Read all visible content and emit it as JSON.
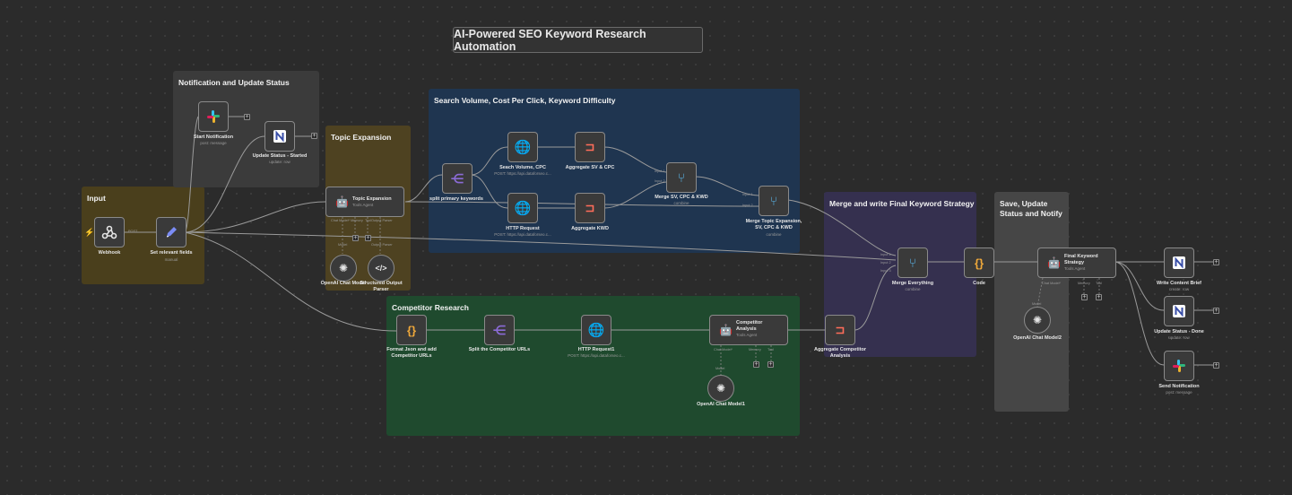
{
  "canvas": {
    "title": "AI-Powered SEO Keyword Research Automation"
  },
  "colors": {
    "input_group": "#4a3f1c",
    "notification_group": "#3b3b3b",
    "topic_group": "#4e4221",
    "search_group": "#1f3550",
    "competitor_group": "#1f4a2e",
    "merge_group": "#35304f",
    "save_group": "#464646",
    "n8n_orange": "#ff6d5a",
    "purple": "#8b6bd6",
    "yellow": "#f0a93a"
  },
  "groups": {
    "input": "Input",
    "notification": "Notification and Update Status",
    "topic": "Topic Expansion",
    "search": "Search Volume, Cost Per Click, Keyword Difficulty",
    "competitor": "Competitor Research",
    "merge": "Merge and write Final Keyword Strategy",
    "save": "Save, Update\nStatus and Notify"
  },
  "nodes": {
    "webhook": {
      "name": "Webhook",
      "icon": "webhook-icon"
    },
    "webhook_edge": "POST",
    "set_fields": {
      "name": "Set relevant fields",
      "sub": "manual",
      "icon": "pencil-icon"
    },
    "start_notification": {
      "name": "Start Notification",
      "sub": "post: message",
      "icon": "slack-icon"
    },
    "update_started": {
      "name": "Update Status - Started",
      "sub": "update: row",
      "icon": "notion-icon"
    },
    "topic_expansion": {
      "name": "Topic Expansion",
      "sub": "Tools Agent",
      "icon": "robot-icon"
    },
    "topic_ports": [
      "Chat Model*",
      "Memory",
      "Tool",
      "Output Parser"
    ],
    "openai_chat": {
      "name": "OpenAI Chat Model"
    },
    "structured_parser": {
      "name": "Structured Output\nParser"
    },
    "split_primary": {
      "name": "split primary keywords"
    },
    "search_volume": {
      "name": "Seach Volume, CPC",
      "sub": "POST: https://api.dataforseo.c..."
    },
    "http_request": {
      "name": "HTTP Request",
      "sub": "POST: https://api.dataforseo.c..."
    },
    "aggregate_sv": {
      "name": "Aggregate SV & CPC"
    },
    "aggregate_kwd": {
      "name": "Aggregate KWD"
    },
    "merge_sv": {
      "name": "Merge SV, CPC & KWD",
      "sub": "combine"
    },
    "merge_topic": {
      "name": "Merge Topic Expansion,\nSV, CPC & KWD",
      "sub": "combine"
    },
    "merge_everything": {
      "name": "Merge Everything",
      "sub": "combine"
    },
    "code": {
      "name": "Code"
    },
    "final_strategy": {
      "name": "Final Keyword\nStrategy",
      "sub": "Tools Agent"
    },
    "final_ports": [
      "Chat Model*",
      "Memory",
      "Tool"
    ],
    "openai_chat2": {
      "name": "OpenAI Chat Model2"
    },
    "write_brief": {
      "name": "Write Content Brief",
      "sub": "create: row"
    },
    "update_done": {
      "name": "Update Status - Done",
      "sub": "update: row"
    },
    "send_notification": {
      "name": "Send Notification",
      "sub": "post: message"
    },
    "format_json": {
      "name": "Format Json and add\nCompetitor URLs"
    },
    "split_competitor": {
      "name": "Split the Competitor URLs"
    },
    "http_request1": {
      "name": "HTTP Request1",
      "sub": "POST: https://api.dataforseo.c..."
    },
    "competitor_analysis": {
      "name": "Competitor\nAnalysis",
      "sub": "Tools Agent"
    },
    "competitor_ports": [
      "Chat Model*",
      "Memory",
      "Tool"
    ],
    "openai_chat1": {
      "name": "OpenAI Chat Model1"
    },
    "aggregate_competitor": {
      "name": "Aggregate Competitor\nAnalysis"
    },
    "model_label": "Model",
    "input_labels": [
      "Input 1",
      "Input 2",
      "Input 3"
    ]
  }
}
